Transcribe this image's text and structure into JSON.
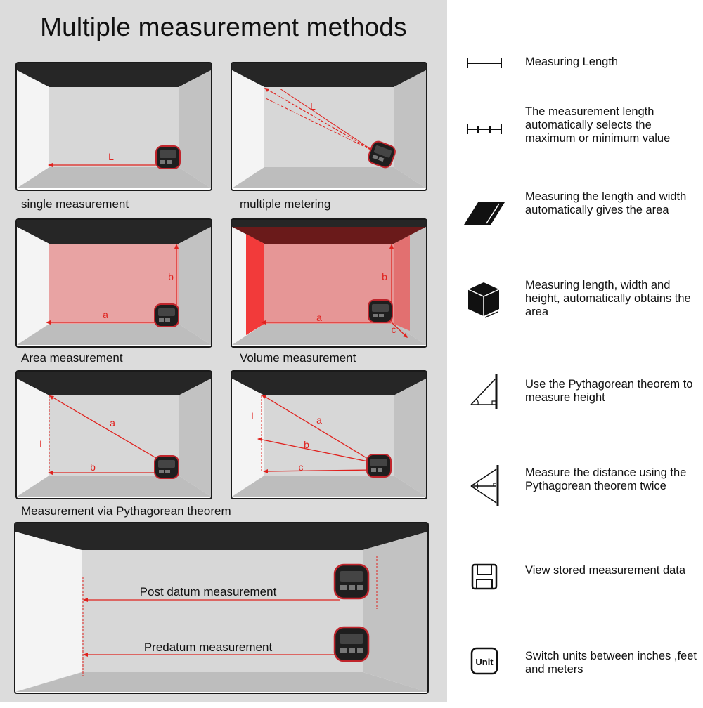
{
  "page": {
    "title": "Multiple measurement methods"
  },
  "captions": {
    "single": "single measurement",
    "multiple": "multiple metering",
    "area": "Area measurement",
    "volume": "Volume measurement",
    "pythagorean": "Measurement via Pythagorean theorem"
  },
  "room_labels": {
    "single_L": "L",
    "multiple_L": "L",
    "area_a": "a",
    "area_b": "b",
    "volume_a": "a",
    "volume_b": "b",
    "volume_c": "c",
    "pyth1_a": "a",
    "pyth1_b": "b",
    "pyth1_L": "L",
    "pyth2_L": "L",
    "pyth2_a": "a",
    "pyth2_b": "b",
    "pyth2_c": "c",
    "post_datum": "Post datum measurement",
    "predatum": "Predatum measurement"
  },
  "features": [
    {
      "icon": "length-ruler-icon",
      "text": "Measuring Length"
    },
    {
      "icon": "min-max-ruler-icon",
      "text": "The measurement length automatically selects the maximum or minimum value"
    },
    {
      "icon": "area-parallelogram-icon",
      "text": "Measuring the length and width automatically gives the area"
    },
    {
      "icon": "volume-cube-icon",
      "text": "Measuring length, width and height, automatically obtains the area"
    },
    {
      "icon": "pythagorean-single-icon",
      "text": "Use the Pythagorean theorem to measure height"
    },
    {
      "icon": "pythagorean-double-icon",
      "text": "Measure the distance using the Pythagorean theorem twice"
    },
    {
      "icon": "save-disk-icon",
      "text": "View stored measurement data"
    },
    {
      "icon": "unit-switch-icon",
      "text": "Switch units between inches ,feet and meters",
      "icon_text": "Unit"
    }
  ],
  "colors": {
    "laser": "#e0221e",
    "ceiling": "#262626",
    "panel_bg": "#dcdcdc"
  }
}
